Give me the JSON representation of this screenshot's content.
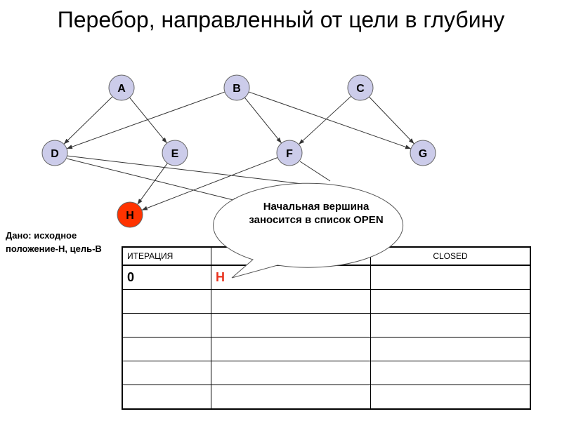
{
  "title": "Перебор, направленный от цели в глубину",
  "graph": {
    "nodes": [
      {
        "id": "A",
        "label": "A"
      },
      {
        "id": "B",
        "label": "B"
      },
      {
        "id": "C",
        "label": "C"
      },
      {
        "id": "D",
        "label": "D"
      },
      {
        "id": "E",
        "label": "E"
      },
      {
        "id": "F",
        "label": "F"
      },
      {
        "id": "G",
        "label": "G"
      },
      {
        "id": "H",
        "label": "H",
        "highlight": true
      }
    ],
    "edges": [
      [
        "A",
        "D"
      ],
      [
        "A",
        "E"
      ],
      [
        "B",
        "D"
      ],
      [
        "B",
        "F"
      ],
      [
        "B",
        "G"
      ],
      [
        "C",
        "F"
      ],
      [
        "C",
        "G"
      ],
      [
        "E",
        "H"
      ],
      [
        "F",
        "H"
      ]
    ],
    "colors": {
      "node": "#ccccea",
      "highlight": "#ff3300"
    }
  },
  "given": "Дано: исходное положение-Н, цель-В",
  "callout": "Начальная вершина заносится в список OPEN",
  "table": {
    "headers": [
      "ИТЕРАЦИЯ",
      "",
      "CLOSED"
    ],
    "rows": [
      [
        "0",
        "H",
        ""
      ],
      [
        "",
        "",
        ""
      ],
      [
        "",
        "",
        ""
      ],
      [
        "",
        "",
        ""
      ],
      [
        "",
        "",
        ""
      ],
      [
        "",
        "",
        ""
      ]
    ]
  }
}
